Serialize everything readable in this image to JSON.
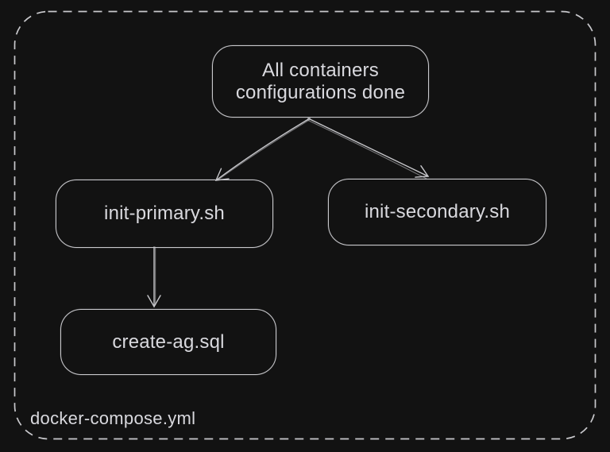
{
  "diagram": {
    "frame_label": "docker-compose.yml",
    "nodes": [
      {
        "id": "root",
        "label": "All containers\nconfigurations done"
      },
      {
        "id": "init-primary",
        "label": "init-primary.sh"
      },
      {
        "id": "init-secondary",
        "label": "init-secondary.sh"
      },
      {
        "id": "create-ag",
        "label": "create-ag.sql"
      }
    ],
    "edges": [
      {
        "from": "root",
        "to": "init-primary"
      },
      {
        "from": "root",
        "to": "init-secondary"
      },
      {
        "from": "init-primary",
        "to": "create-ag"
      }
    ],
    "colors": {
      "background": "#121212",
      "stroke": "#c8c8cc",
      "text": "#d9d9de"
    }
  }
}
